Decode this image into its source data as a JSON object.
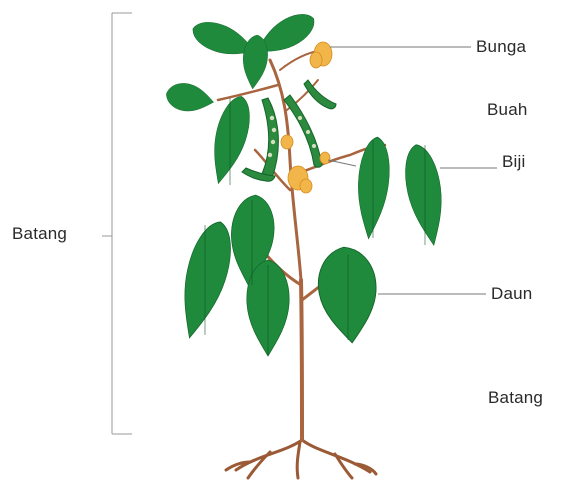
{
  "labels": {
    "bunga": "Bunga",
    "buah": "Buah",
    "biji": "Biji",
    "daun": "Daun",
    "batang_left": "Batang",
    "batang_right": "Batang"
  },
  "colors": {
    "leaf": "#1f8a3c",
    "leaf_dark": "#13652a",
    "vein": "#0f4f20",
    "stem": "#a8653f",
    "root": "#9b5a35",
    "flower": "#f2b54a",
    "leader_line": "#777777"
  }
}
